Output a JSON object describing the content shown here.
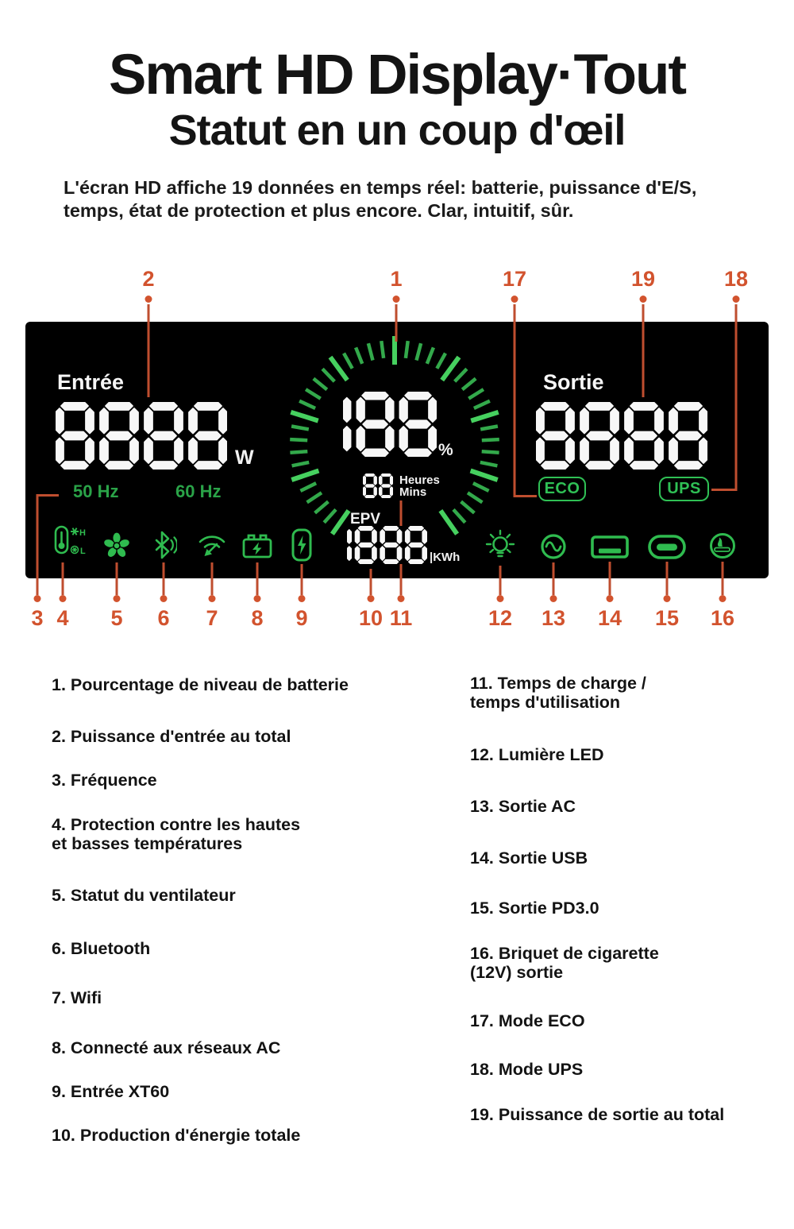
{
  "header": {
    "title": "Smart HD Display·Tout",
    "subtitle": "Statut en un coup d'œil",
    "description_line1": "L'écran HD affiche 19 données en temps réel: batterie, puissance d'E/S,",
    "description_line2": "temps, état de protection et plus encore. Clar, intuitif, sûr."
  },
  "display": {
    "input_label": "Entrée",
    "input_value": "8888",
    "input_unit": "W",
    "freq_50": "50 Hz",
    "freq_60": "60 Hz",
    "battery_percent_value": "188",
    "battery_percent_unit": "%",
    "time_value": "88",
    "time_unit_line1": "Heures",
    "time_unit_line2": "Mins",
    "epv_label": "EPV",
    "epv_value": "1888",
    "epv_unit": "|KWh",
    "output_label": "Sortie",
    "output_value": "8888",
    "eco_badge": "ECO",
    "ups_badge": "UPS"
  },
  "icons": [
    {
      "name": "thermometer-protection-icon",
      "high": "H",
      "low": "L"
    },
    {
      "name": "fan-icon"
    },
    {
      "name": "bluetooth-icon"
    },
    {
      "name": "wifi-icon"
    },
    {
      "name": "ac-grid-battery-icon"
    },
    {
      "name": "xt60-battery-icon"
    },
    {
      "name": "led-bulb-icon"
    },
    {
      "name": "ac-output-icon"
    },
    {
      "name": "usb-output-icon"
    },
    {
      "name": "pd-output-icon"
    },
    {
      "name": "cigarette-lighter-icon"
    }
  ],
  "callouts_top": [
    "2",
    "1",
    "17",
    "19",
    "18"
  ],
  "callouts_bottom": [
    "3",
    "4",
    "5",
    "6",
    "7",
    "8",
    "9",
    "10",
    "11",
    "12",
    "13",
    "14",
    "15",
    "16"
  ],
  "legend_left": [
    {
      "lines": [
        "1. Pourcentage de niveau de batterie"
      ]
    },
    {
      "lines": [
        "2. Puissance d'entrée au total"
      ]
    },
    {
      "lines": [
        "3. Fréquence"
      ]
    },
    {
      "lines": [
        "4. Protection contre les hautes",
        "et basses températures"
      ]
    },
    {
      "lines": [
        "5. Statut du ventilateur"
      ]
    },
    {
      "lines": [
        "6. Bluetooth"
      ]
    },
    {
      "lines": [
        "7. Wifi"
      ]
    },
    {
      "lines": [
        "8. Connecté aux réseaux AC"
      ]
    },
    {
      "lines": [
        "9. Entrée XT60"
      ]
    },
    {
      "lines": [
        "10. Production d'énergie totale"
      ]
    }
  ],
  "legend_right": [
    {
      "lines": [
        "11. Temps de charge /",
        "temps d'utilisation"
      ]
    },
    {
      "lines": [
        "12. Lumière LED"
      ]
    },
    {
      "lines": [
        "13. Sortie AC"
      ]
    },
    {
      "lines": [
        "14. Sortie USB"
      ]
    },
    {
      "lines": [
        "15. Sortie PD3.0"
      ]
    },
    {
      "lines": [
        "16. Briquet de cigarette",
        "(12V) sortie"
      ]
    },
    {
      "lines": [
        "17. Mode ECO"
      ]
    },
    {
      "lines": [
        "18. Mode UPS"
      ]
    },
    {
      "lines": [
        "19. Puissance de sortie au total"
      ]
    }
  ],
  "colors": {
    "accent_orange": "#d2532e",
    "line_orange": "#bf4e2f",
    "icon_green": "#2fbb4f",
    "text_green": "#2aa348",
    "badge_green": "#2fc055",
    "tick_green": "#33a94b",
    "tick_bright_green": "#46d05f",
    "digit_white": "#f7f7f7",
    "panel_black": "#000000"
  }
}
